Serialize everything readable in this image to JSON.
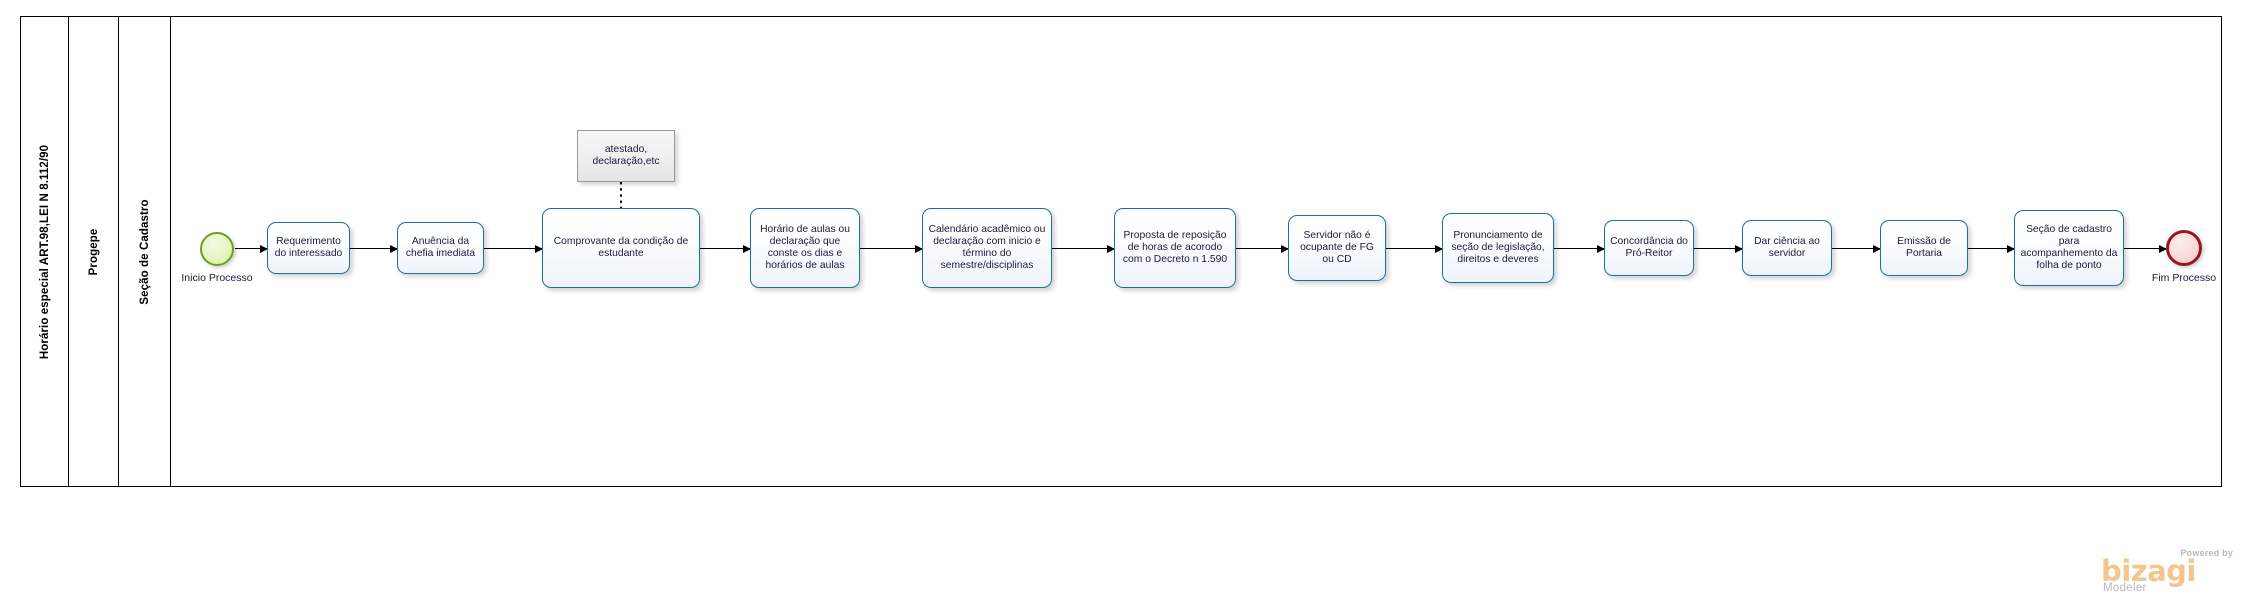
{
  "diagram": {
    "type": "bpmn-process",
    "pool_title": "Horário especial ART.98,LEI N 8.112/90",
    "lanes": [
      {
        "id": "progepe",
        "label": "Progepe"
      },
      {
        "id": "cadastro",
        "label": "Seção de Cadastro"
      }
    ],
    "events": [
      {
        "id": "start",
        "kind": "start-event",
        "label": "Inicio Processo",
        "color": "#6f9e22"
      },
      {
        "id": "end",
        "kind": "end-event",
        "label": "Fim Processo",
        "color": "#9c1420"
      }
    ],
    "tasks": [
      {
        "id": "t1",
        "label": "Requerimento do interessado"
      },
      {
        "id": "t2",
        "label": "Anuência da chefia imediata"
      },
      {
        "id": "t3",
        "label": "Comprovante da condição de estudante"
      },
      {
        "id": "t4",
        "label": "Horário de aulas ou declaração que conste os dias e horários de aulas"
      },
      {
        "id": "t5",
        "label": "Calendário acadêmico ou declaração com inicio e término do semestre/disciplinas"
      },
      {
        "id": "t6",
        "label": "Proposta de reposição de horas de acorodo com o Decreto n 1.590"
      },
      {
        "id": "t7",
        "label": "Servidor não é ocupante de FG ou CD"
      },
      {
        "id": "t8",
        "label": "Pronunciamento de seção de legislação, direitos e deveres"
      },
      {
        "id": "t9",
        "label": "Concordância do Pró-Reitor"
      },
      {
        "id": "t10",
        "label": "Dar ciência ao servidor"
      },
      {
        "id": "t11",
        "label": "Emissão de Portaria"
      },
      {
        "id": "t12",
        "label": "Seção de cadastro para acompanhemento da folha de ponto"
      }
    ],
    "annotations": [
      {
        "id": "a1",
        "label": "atestado, declaração,etc",
        "attached_to": "t3"
      }
    ],
    "task_border_color": "#1c6ea4"
  },
  "footer": {
    "powered_by": "Powered by",
    "brand": "bizagi",
    "product": "Modeler"
  }
}
